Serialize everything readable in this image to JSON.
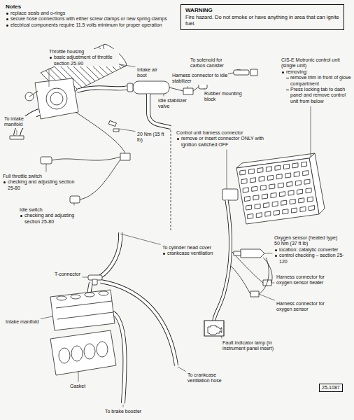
{
  "diagram": {
    "nodes": [
      {
        "text": [
          "WARNING",
          "Fire hazard. Do not smoke or have anything in area that can ignite fuel."
        ]
      },
      {
        "text": [
          "25-1087"
        ]
      }
    ],
    "labels": [
      "Notes",
      "replace seals and o-rings",
      "secure hose connections with either screw clamps or new spring clamps",
      "electrical components require 11.5 volts minimum for proper operation",
      "Throttle housing",
      "basic adjustment of throttle section 25-90",
      "To solenoid for carbon canister",
      "CIS-E Motronic control unit (single unit)",
      "removing:",
      "remove trim in front of glove compartment",
      "Press locking tab to dash panel and remove control unit from below",
      "Intake air boot",
      "Harness connector to idle stabilizer",
      "Rubber mounting block",
      "Idle stabilizer valve",
      "To intake manifold",
      "Control unit harness connector",
      "remove or insert connector ONLY with ignition switched OFF",
      "20 Nm (15 ft lb)",
      "Full throttle switch",
      "checking and adjusting section 25-80",
      "Idle switch",
      "checking and adjusting section 25-80",
      "Oxygen sensor (heated type)",
      "50 Nm (37 ft lb)",
      "location: catalytic converter",
      "control checking – section 25-120",
      "To cylinder head cover",
      "crankcase ventilation",
      "Harness connector for oxygen sensor heater",
      "T-connector",
      "Harness connector for oxygen sensor",
      "Intake manifold",
      "Fault indicator lamp (in instrument panel insert)",
      "To crankcase ventilation hose",
      "Gasket",
      "To brake booster"
    ]
  }
}
